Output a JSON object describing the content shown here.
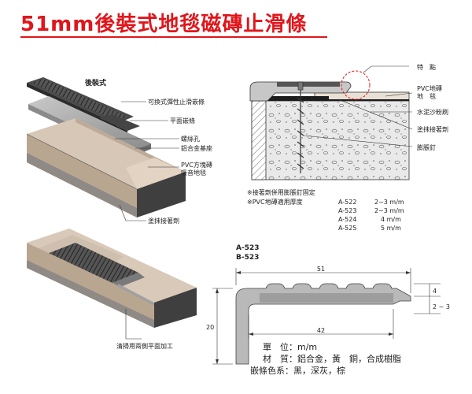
{
  "title": "51mm後裝式地毯磁磚止滑條",
  "exploded": {
    "heading": "後裝式",
    "labels": {
      "insert": "可換式彈性止滑嵌條",
      "cap": "平面嵌條",
      "screw_hole": "螺絲孔",
      "base": "鋁合金基座",
      "tile": "PVC方塊磚\n吸音地毯",
      "adhesive": "塗抹接著劑"
    }
  },
  "assembled": {
    "label": "清掃用兩側平面加工"
  },
  "section": {
    "labels": {
      "feature": "特　點",
      "pvc_tile": "PVC地磚\n地　毯",
      "mortar": "水泥沙粉刷",
      "adhesive": "塗抹接著劑",
      "anchor": "膨脹釘"
    },
    "notes": {
      "note1": "※接著劑併用膨脹釘固定",
      "note2": "※PVC地磚適用厚度"
    },
    "thickness_table": [
      {
        "model": "A-522",
        "value": "2~3 m/m"
      },
      {
        "model": "A-523",
        "value": "2~3 m/m"
      },
      {
        "model": "A-524",
        "value": "4 m/m"
      },
      {
        "model": "A-525",
        "value": "5 m/m"
      }
    ]
  },
  "profile": {
    "models": [
      "A-523",
      "B-523"
    ],
    "dimensions": {
      "top": "51",
      "bottom": "42",
      "height": "20",
      "lip": "4",
      "thickness": "2 ~ 3"
    }
  },
  "specs": {
    "unit": "單　位：m/m",
    "material": "材　質：鋁合金，黃　銅，合成樹脂",
    "colors": "嵌條色系：黑，深灰，棕"
  }
}
